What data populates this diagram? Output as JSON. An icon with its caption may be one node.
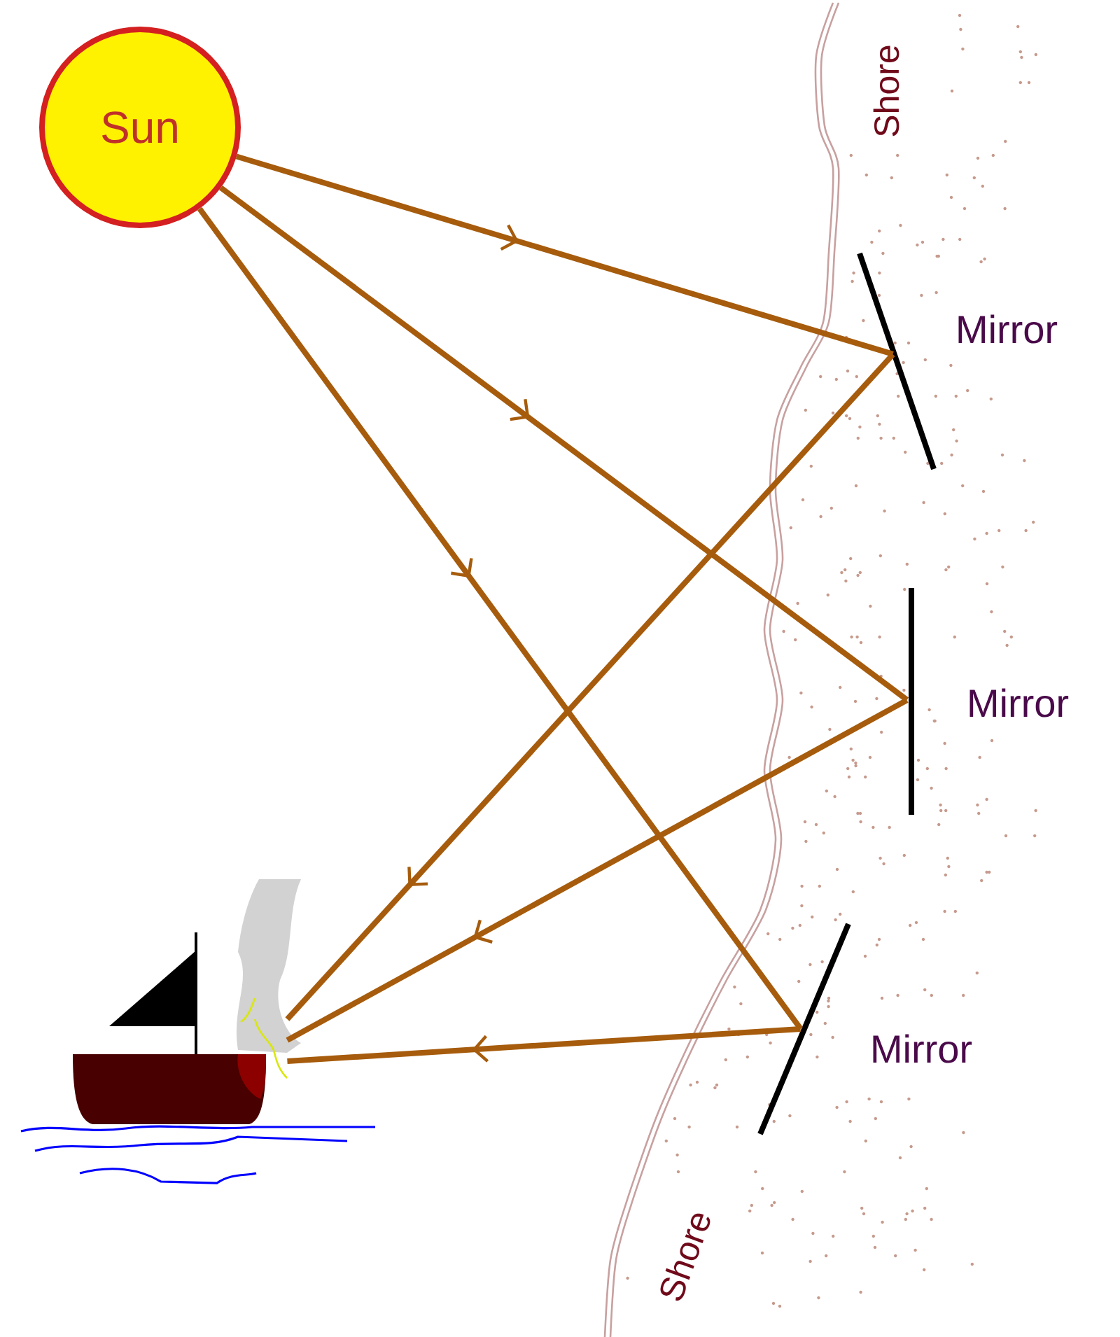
{
  "diagram": {
    "nodes": [
      {
        "text": [
          "Sun"
        ]
      },
      {
        "text": [],
        "shape": "bar",
        "beside": [
          "Mirror"
        ]
      },
      {
        "text": [],
        "shape": "bar",
        "beside": [
          "Mirror"
        ]
      },
      {
        "text": [],
        "shape": "bar",
        "beside": [
          "Mirror"
        ]
      },
      {
        "text": [],
        "shape": "picture"
      }
    ],
    "edges": [
      {
        "from": 0,
        "to": 1,
        "arrow": "to"
      },
      {
        "from": 0,
        "to": 2,
        "arrow": "to"
      },
      {
        "from": 0,
        "to": 3,
        "arrow": "to"
      },
      {
        "from": 1,
        "to": 4,
        "arrow": "to"
      },
      {
        "from": 2,
        "to": 4,
        "arrow": "to"
      },
      {
        "from": 3,
        "to": 4,
        "arrow": "to"
      }
    ],
    "labels": [
      "Shore",
      "Shore"
    ]
  }
}
